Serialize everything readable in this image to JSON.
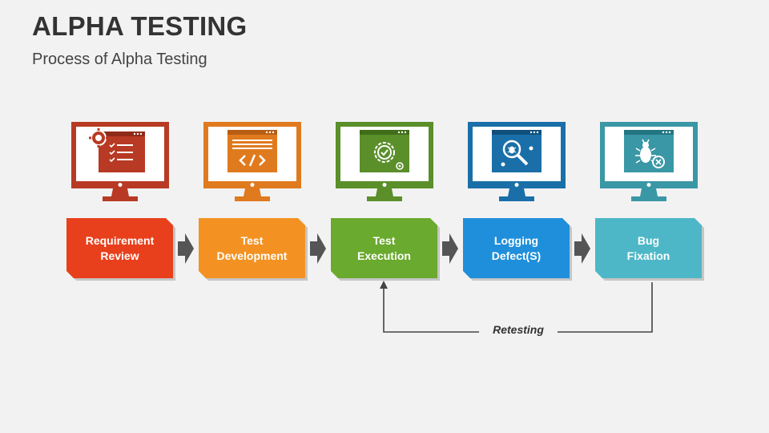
{
  "header": {
    "title": "ALPHA TESTING",
    "subtitle": "Process of Alpha Testing"
  },
  "steps": [
    {
      "line1": "Requirement",
      "line2": "Review",
      "color": "#e8401c",
      "monitor_color": "#b83a24",
      "icon": "checklist-gear-icon"
    },
    {
      "line1": "Test",
      "line2": "Development",
      "color": "#f39222",
      "monitor_color": "#e07a1e",
      "icon": "code-document-icon"
    },
    {
      "line1": "Test",
      "line2": "Execution",
      "color": "#6aaa2e",
      "monitor_color": "#5a8f2a",
      "icon": "gear-check-icon"
    },
    {
      "line1": "Logging",
      "line2": "Defect(S)",
      "color": "#1f8fdb",
      "monitor_color": "#1a6fa8",
      "icon": "bug-search-icon"
    },
    {
      "line1": "Bug",
      "line2": "Fixation",
      "color": "#4db7c7",
      "monitor_color": "#3a97a6",
      "icon": "bug-fix-icon"
    }
  ],
  "loop": {
    "label": "Retesting",
    "from_step": "Bug Fixation",
    "to_step": "Test Execution"
  }
}
